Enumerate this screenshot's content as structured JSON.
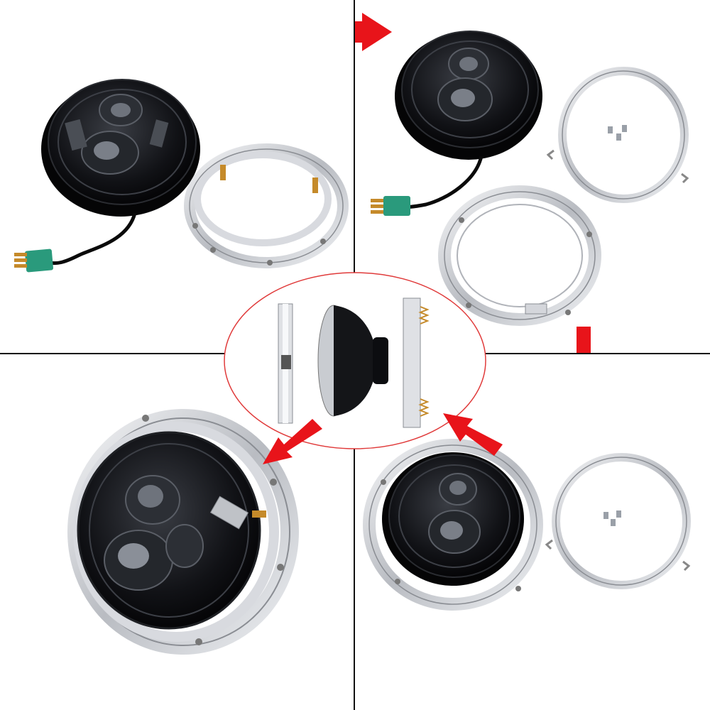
{
  "colors": {
    "background": "#ffffff",
    "divider": "#111111",
    "arrow": "#e8141a",
    "lens_dark": "#0c0d10",
    "chrome": "#c9ccd1",
    "chrome_dark": "#8a8d93",
    "connector": "#2a9a7c",
    "connector_pins": "#c58a2a",
    "detail_ellipse": "#e03a3a"
  },
  "icons": {
    "arrow_step_1": "red-arrow-right-icon",
    "arrow_step_2": "red-arrow-down-icon",
    "arrow_step_3": "red-arrow-up-left-icon",
    "arrow_step_4": "red-arrow-down-left-icon"
  },
  "steps": [
    {
      "id": "step-1",
      "contents": [
        "headlight",
        "mounting-ring"
      ]
    },
    {
      "id": "step-2",
      "contents": [
        "headlight",
        "retaining-ring",
        "screws",
        "mounting-bracket"
      ]
    },
    {
      "id": "step-3",
      "contents": [
        "headlight-in-bracket",
        "retaining-ring",
        "screws"
      ]
    },
    {
      "id": "step-4",
      "contents": [
        "assembled-headlight"
      ]
    }
  ]
}
